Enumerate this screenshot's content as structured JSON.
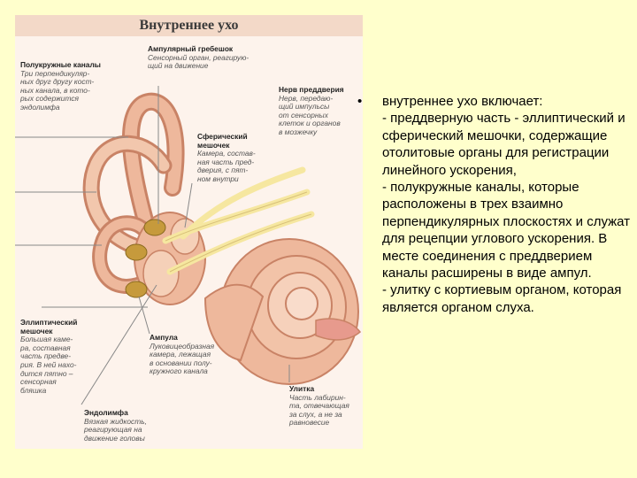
{
  "figure": {
    "title": "Внутреннее ухо",
    "labels": {
      "semicircular": {
        "heading": "Полукружные каналы",
        "text": "Три перпендикуляр-\nных друг другу кост-\nных канала, в кото-\nрых содержится\nэндолимфа"
      },
      "crista": {
        "heading": "Ампулярный гребешок",
        "text": "Сенсорный орган, реагирую-\nщий на движение"
      },
      "nerve": {
        "heading": "Нерв преддверия",
        "text": "Нерв, передаю-\nщий импульсы\nот сенсорных\nклеток и органов\nв мозжечку"
      },
      "saccule": {
        "heading": "Сферический мешочек",
        "text": "Камера, состав-\nная часть пред-\nдверия, с пят-\nном внутри"
      },
      "utricle": {
        "heading": "Эллиптический мешочек",
        "text": "Большая каме-\nра, составная\nчасть предве-\nрия. В ней нахо-\nдится пятно –\nсенсорная\nбляшка"
      },
      "ampulla": {
        "heading": "Ампула",
        "text": "Луковицеобразная\nкамера, лежащая\nв основании полу-\nкружного канала"
      },
      "cochlea": {
        "heading": "Улитка",
        "text": "Часть лабирин-\nта, отвечающая\nза слух, а не за\nравновесие"
      },
      "endolymph": {
        "heading": "Эндолимфа",
        "text": "Вязкая жидкость,\nреагирующая на\nдвижение головы"
      }
    }
  },
  "text": {
    "bullet": "•",
    "heading": "внутреннее ухо включает:",
    "items": [
      "- преддверную часть - эллиптический и сферический мешочки, содержащие отолитовые органы для регистрации линейного ускорения,",
      "- полукружные каналы, которые расположены в трех взаимно перпендикулярных плоскостях и служат для рецепции углового ускорения. В месте соединения с преддверием каналы расширены в виде ампул.",
      "- улитку с кортиевым органом, которая является органом слуха."
    ]
  },
  "colors": {
    "background": "#ffffcc",
    "figure_bg": "#fdf3ec",
    "title_bar": "#f3d9c8",
    "tissue": "#eeb89c",
    "tissue_dark": "#c98366",
    "nerve": "#f6e7a0",
    "ampulla": "#c69a3c",
    "leader": "#888888"
  }
}
